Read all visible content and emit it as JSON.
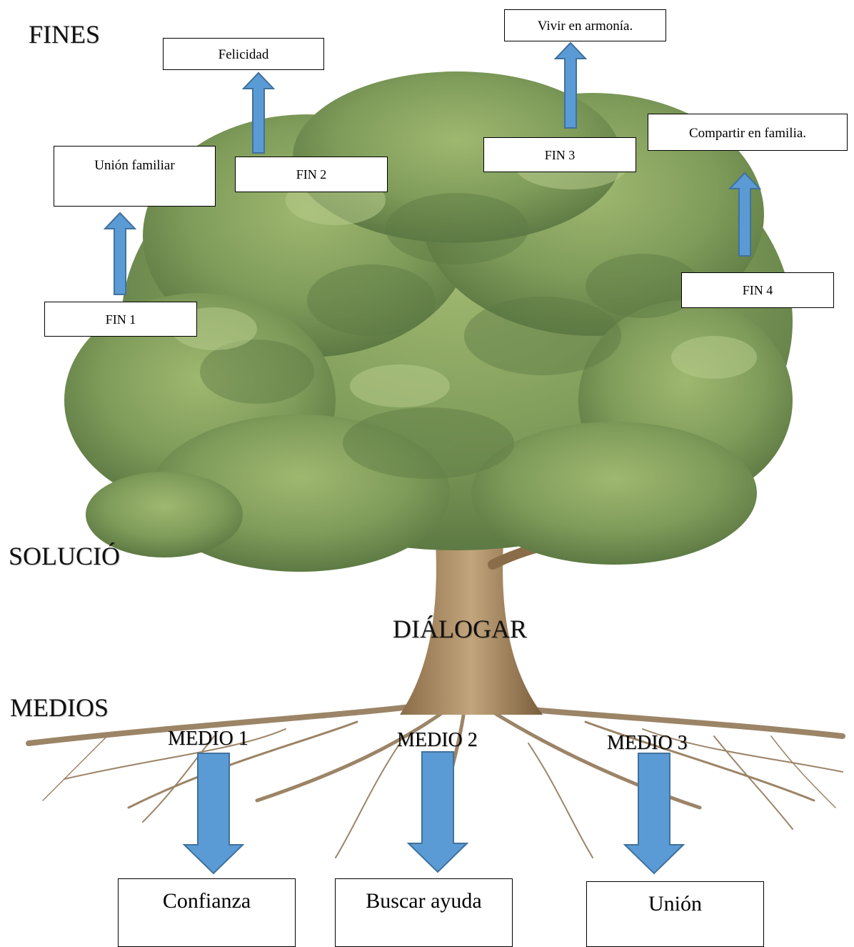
{
  "headings": {
    "fines": "FINES",
    "solucion": "SOLUCIÓ",
    "medios": "MEDIOS",
    "problema_central": "DIÁLOGAR"
  },
  "fines": [
    {
      "label": "FIN 1",
      "result": "Unión familiar"
    },
    {
      "label": "FIN 2",
      "result": "Felicidad"
    },
    {
      "label": "FIN 3",
      "result": "Vivir en armonía."
    },
    {
      "label": "FIN 4",
      "result": "Compartir en familia."
    }
  ],
  "medios": [
    {
      "label": "MEDIO 1",
      "result": "Confianza"
    },
    {
      "label": "MEDIO 2",
      "result": "Buscar ayuda"
    },
    {
      "label": "MEDIO 3",
      "result": "Unión"
    }
  ],
  "colors": {
    "arrow_fill": "#5b9bd5",
    "arrow_stroke": "#41719c",
    "foliage": "#7f9c5a",
    "trunk": "#a6865d"
  }
}
